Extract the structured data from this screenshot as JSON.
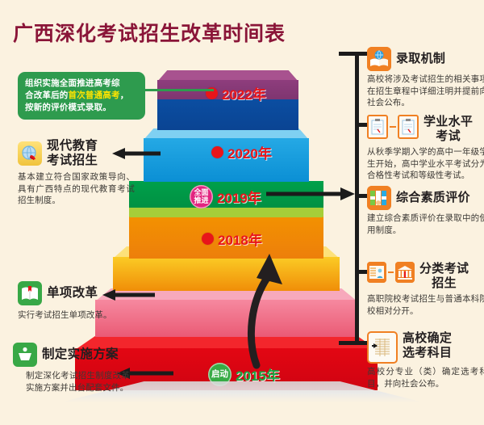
{
  "page": {
    "title": "广西深化考试招生改革时间表",
    "background_color": "#fbf2e0",
    "title_color": "#8a1538"
  },
  "timeline": {
    "steps": [
      {
        "year": "2015年",
        "label_color": "#1aa542",
        "badge": "启动",
        "badge_color": "#37ab45",
        "step_color": "#e30613",
        "step_top_color": "#f3262c"
      },
      {
        "year": "",
        "label_color": "",
        "badge": "",
        "badge_color": "",
        "step_color": "#ef5f78",
        "step_top_color": "#f7a9bc"
      },
      {
        "year": "2018年",
        "label_color": "#e8151a",
        "badge": "",
        "badge_color": "",
        "step_color": "#f2a007",
        "step_top_color": "#fde17a"
      },
      {
        "year": "2019年",
        "label_color": "#e8151a",
        "badge": "全面推进",
        "badge_color": "#e2247f",
        "step_color": "#00a04a",
        "step_top_color": "#a6ce39"
      },
      {
        "year": "2020年",
        "label_color": "#e8151a",
        "badge": "",
        "badge_color": "",
        "step_color": "#0f9ae0",
        "step_top_color": "#7fd0f2"
      },
      {
        "year": "2022年",
        "label_color": "#e8151a",
        "badge": "",
        "badge_color": "",
        "step_color": "#8e3d7d",
        "step_top_color": "#a8528f"
      }
    ],
    "extra_step_color": "#0b4ea2"
  },
  "left_panels": [
    {
      "id": "callout-2022",
      "kind": "green-box",
      "text_a": "组织实施全面推进高考综",
      "text_b": "合改革后的",
      "highlight": "首次普通高考",
      "text_c": "，",
      "text_d": "按新的评价模式录取。",
      "accent": "#ffe400"
    },
    {
      "id": "panel-2020",
      "icon": "globe-scroll-icon",
      "title_line1": "现代教育",
      "title_line2": "考试招生",
      "body": "基本建立符合国家政策导向、具有广西特点的现代教育考试招生制度。"
    },
    {
      "id": "panel-2018",
      "icon": "open-book-bookmark-icon",
      "title_line1": "单项改革",
      "title_line2": "",
      "body": "实行考试招生单项改革。"
    },
    {
      "id": "panel-2015",
      "icon": "checklist-person-icon",
      "title_line1": "制定实施方案",
      "title_line2": "",
      "body": "制定深化考试招生制度改革实施方案并出台配套文件。"
    }
  ],
  "right_panels": [
    {
      "id": "panel-admission-mechanism",
      "icon": "book-globe-icon",
      "title_line1": "录取机制",
      "title_line2": "",
      "body": "高校将涉及考试招生的相关事项在招生章程中详细注明并提前向社会公布。"
    },
    {
      "id": "panel-academic-level-exam",
      "icon": "two-exam-sheets-icon",
      "title_line1": "学业水平",
      "title_line2": "考试",
      "body": "从秋季学期入学的高中一年级学生开始，高中学业水平考试分为合格性考试和等级性考试。"
    },
    {
      "id": "panel-comprehensive-quality",
      "icon": "binders-hand-icon",
      "title_line1": "综合素质评价",
      "title_line2": "",
      "body": "建立综合素质评价在录取中的使用制度。"
    },
    {
      "id": "panel-classified-exam",
      "icon": "student-campus-icon",
      "title_line1": "分类考试",
      "title_line2": "招生",
      "body": "高职院校考试招生与普通本科院校相对分开。"
    },
    {
      "id": "panel-elective-subjects",
      "icon": "form-sheet-icon",
      "title_line1": "高校确定",
      "title_line2": "选考科目",
      "body": "高校分专业（类）确定选考科目，并向社会公布。"
    }
  ]
}
